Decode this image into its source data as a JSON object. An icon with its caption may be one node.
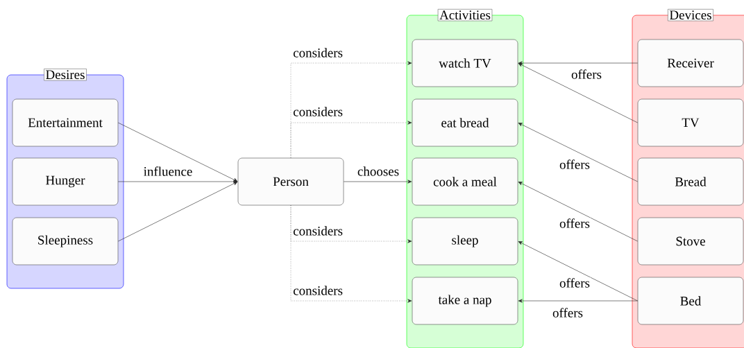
{
  "diagram": {
    "nodes": [
      {
        "text": [
          "Desires"
        ]
      },
      {
        "text": [
          "Entertainment"
        ],
        "in": 0
      },
      {
        "text": [
          "Hunger"
        ],
        "in": 0
      },
      {
        "text": [
          "Sleepiness"
        ],
        "in": 0
      },
      {
        "text": [
          "Person"
        ]
      },
      {
        "text": [
          "Activities"
        ]
      },
      {
        "text": [
          "watch TV"
        ],
        "in": 5
      },
      {
        "text": [
          "eat bread"
        ],
        "in": 5
      },
      {
        "text": [
          "cook a meal"
        ],
        "in": 5
      },
      {
        "text": [
          "sleep"
        ],
        "in": 5
      },
      {
        "text": [
          "take a nap"
        ],
        "in": 5
      },
      {
        "text": [
          "Devices"
        ]
      },
      {
        "text": [
          "Receiver"
        ],
        "in": 11
      },
      {
        "text": [
          "TV"
        ],
        "in": 11
      },
      {
        "text": [
          "Bread"
        ],
        "in": 11
      },
      {
        "text": [
          "Stove"
        ],
        "in": 11
      },
      {
        "text": [
          "Bed"
        ],
        "in": 11
      }
    ],
    "edges": [
      {
        "from": 1,
        "to": 4,
        "arrow": "to"
      },
      {
        "from": 2,
        "to": 4,
        "arrow": "to",
        "label": "influence"
      },
      {
        "from": 3,
        "to": 4,
        "arrow": "to"
      },
      {
        "from": 4,
        "to": 6,
        "arrow": "to",
        "label": "considers",
        "style": "dashed"
      },
      {
        "from": 4,
        "to": 7,
        "arrow": "to",
        "label": "considers",
        "style": "dashed"
      },
      {
        "from": 4,
        "to": 8,
        "arrow": "to",
        "label": "chooses"
      },
      {
        "from": 4,
        "to": 9,
        "arrow": "to",
        "label": "considers",
        "style": "dashed"
      },
      {
        "from": 4,
        "to": 10,
        "arrow": "to",
        "label": "considers",
        "style": "dashed"
      },
      {
        "from": 12,
        "to": 6,
        "arrow": "to",
        "label": "offers"
      },
      {
        "from": 13,
        "to": 6,
        "arrow": "to"
      },
      {
        "from": 14,
        "to": 7,
        "arrow": "to",
        "label": "offers"
      },
      {
        "from": 15,
        "to": 8,
        "arrow": "to",
        "label": "offers"
      },
      {
        "from": 16,
        "to": 9,
        "arrow": "to",
        "label": "offers"
      },
      {
        "from": 16,
        "to": 10,
        "arrow": "to",
        "label": "offers"
      }
    ]
  }
}
